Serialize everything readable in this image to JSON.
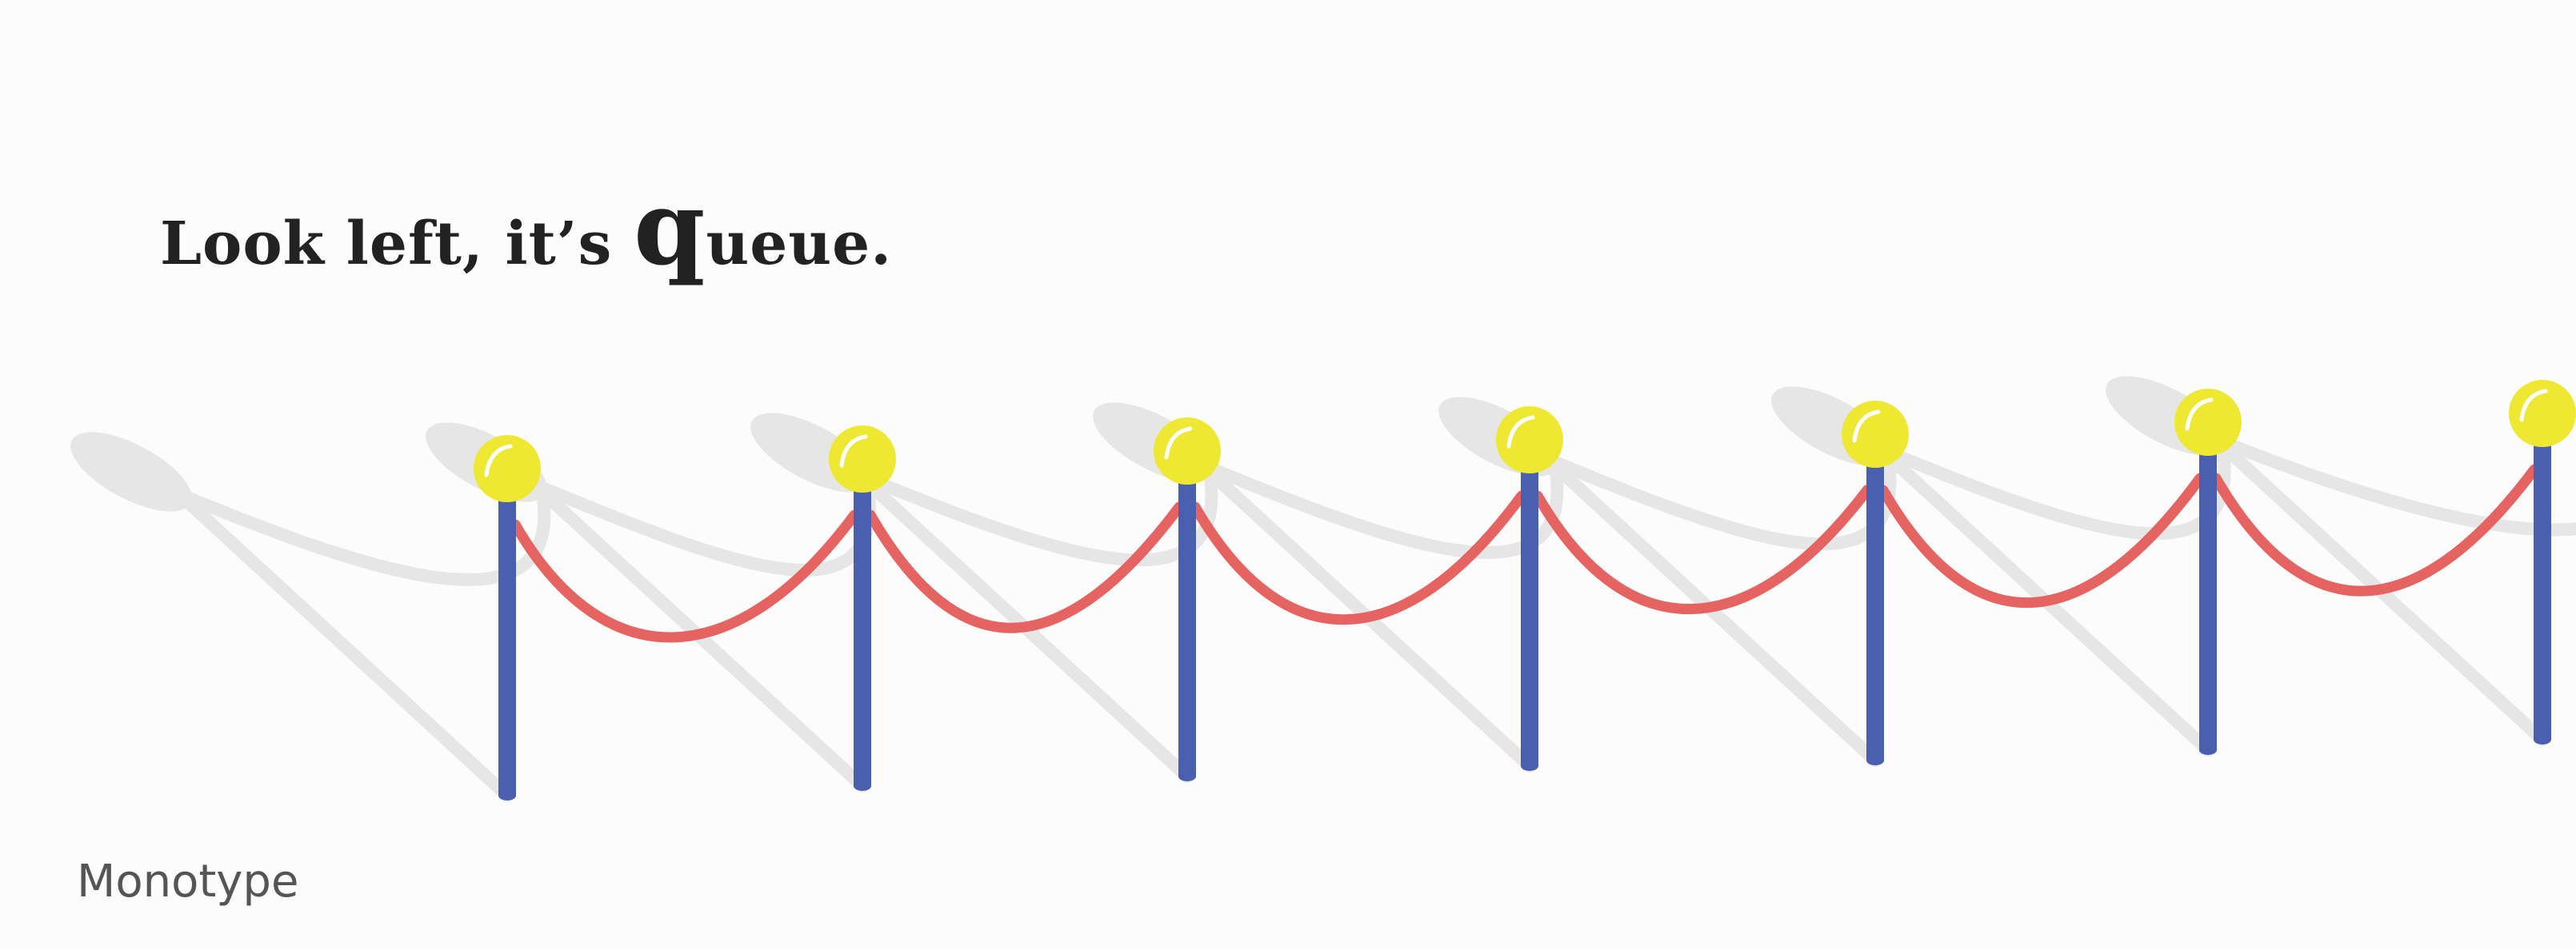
{
  "headline": {
    "before": "Look left, it’s ",
    "big_letter": "q",
    "after": "ueue."
  },
  "brand": {
    "name": "Monotype"
  },
  "scene": {
    "post_count": 7,
    "colors": {
      "post": "#4a5fae",
      "knob": "#eee832",
      "knob_highlight": "#ffffff",
      "rope": "#e56360",
      "shadow": "#e6e6e6",
      "background": "#fdfcfc"
    }
  }
}
